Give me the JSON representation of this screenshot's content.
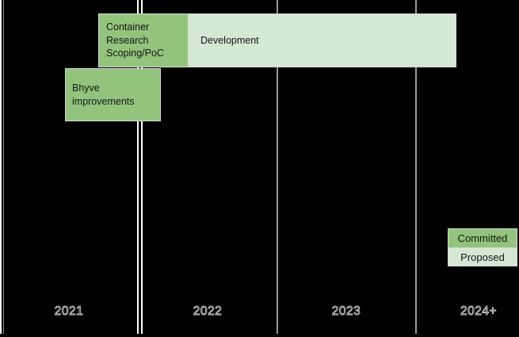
{
  "timeline": {
    "year_labels": [
      "2021",
      "2022",
      "2023",
      "2024+"
    ],
    "tasks": [
      {
        "label": "Container Research Scoping/PoC",
        "status": "committed"
      },
      {
        "label": "Development",
        "status": "proposed"
      },
      {
        "label": "Bhyve improvements",
        "status": "committed"
      }
    ],
    "legend": {
      "items": [
        {
          "label": "Committed",
          "color": "#93c47d"
        },
        {
          "label": "Proposed",
          "color": "#d5e8d4"
        }
      ]
    },
    "colors": {
      "committed_fill": "#93c47d",
      "proposed_fill": "#d5e8d4",
      "grid_line": "#999999",
      "highlight_line": "#ffffff",
      "box_border": "#d6d6d6",
      "background": "#000000",
      "text": "#141414"
    }
  }
}
